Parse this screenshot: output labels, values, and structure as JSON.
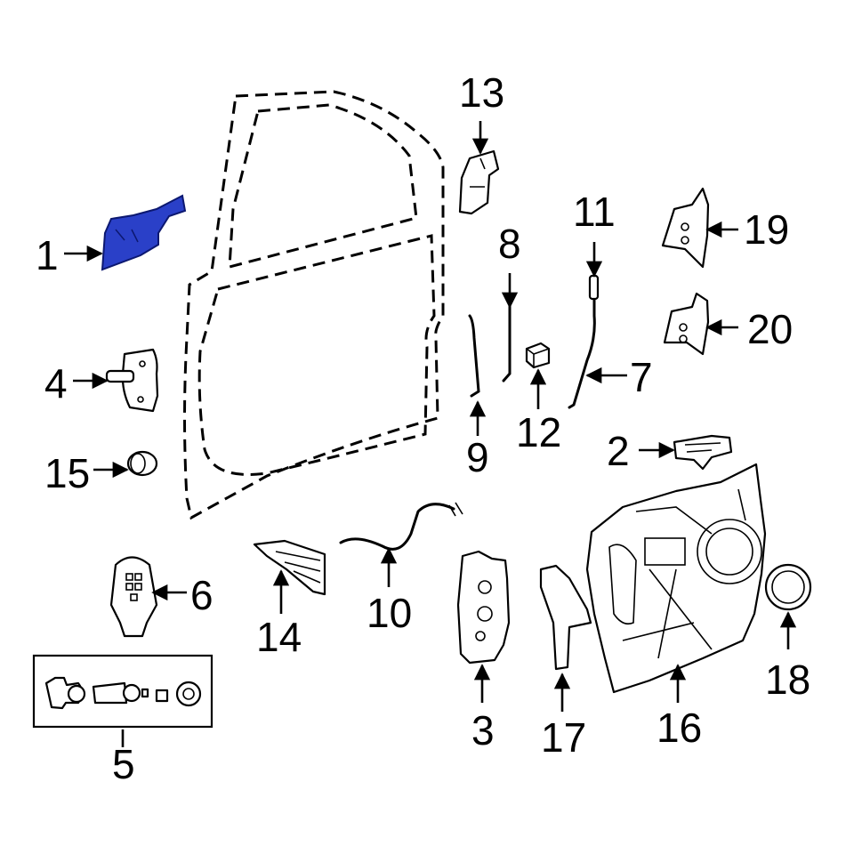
{
  "diagram": {
    "highlight_color": "#2a40c8",
    "highlighted_part": "1",
    "callouts": [
      {
        "id": "c1",
        "label": "1"
      },
      {
        "id": "c2",
        "label": "2"
      },
      {
        "id": "c3",
        "label": "3"
      },
      {
        "id": "c4",
        "label": "4"
      },
      {
        "id": "c5",
        "label": "5"
      },
      {
        "id": "c6",
        "label": "6"
      },
      {
        "id": "c7",
        "label": "7"
      },
      {
        "id": "c8",
        "label": "8"
      },
      {
        "id": "c9",
        "label": "9"
      },
      {
        "id": "c10",
        "label": "10"
      },
      {
        "id": "c11",
        "label": "11"
      },
      {
        "id": "c12",
        "label": "12"
      },
      {
        "id": "c13",
        "label": "13"
      },
      {
        "id": "c14",
        "label": "14"
      },
      {
        "id": "c15",
        "label": "15"
      },
      {
        "id": "c16",
        "label": "16"
      },
      {
        "id": "c17",
        "label": "17"
      },
      {
        "id": "c18",
        "label": "18"
      },
      {
        "id": "c19",
        "label": "19"
      },
      {
        "id": "c20",
        "label": "20"
      }
    ]
  }
}
